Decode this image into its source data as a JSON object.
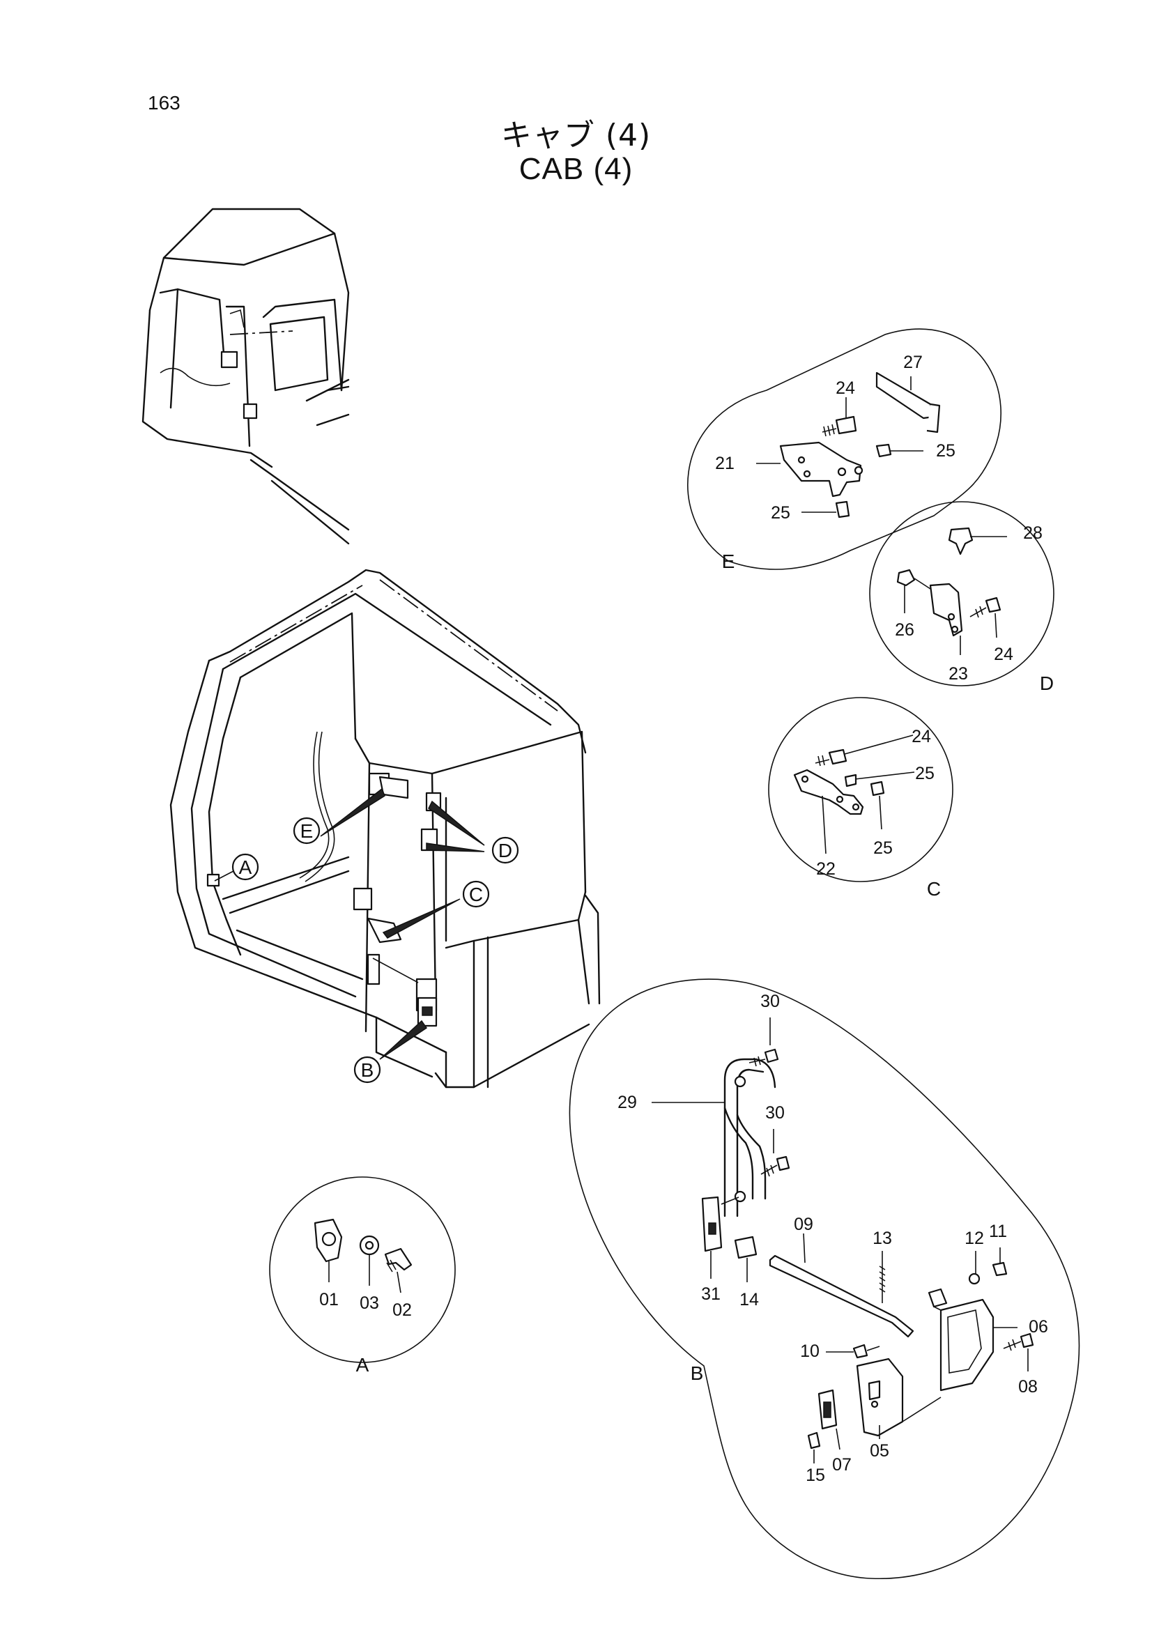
{
  "page_number": "163",
  "title_jp": "キャブ (4)",
  "title_en": "CAB (4)",
  "detail_views": [
    {
      "id": "A",
      "parts": [
        "01",
        "03",
        "02"
      ]
    },
    {
      "id": "B",
      "parts": [
        "30",
        "29",
        "30",
        "31",
        "14",
        "09",
        "13",
        "12",
        "11",
        "06",
        "10",
        "08",
        "05",
        "07",
        "15"
      ]
    },
    {
      "id": "C",
      "parts": [
        "24",
        "25",
        "25",
        "22"
      ]
    },
    {
      "id": "D",
      "parts": [
        "28",
        "26",
        "23",
        "24"
      ]
    },
    {
      "id": "E",
      "parts": [
        "27",
        "24",
        "21",
        "25",
        "25"
      ]
    }
  ],
  "labels": {
    "p01": "01",
    "p02": "02",
    "p03": "03",
    "p05": "05",
    "p06": "06",
    "p07": "07",
    "p08": "08",
    "p09": "09",
    "p10": "10",
    "p11": "11",
    "p12": "12",
    "p13": "13",
    "p14": "14",
    "p15": "15",
    "p21": "21",
    "p22": "22",
    "p23": "23",
    "p24": "24",
    "p25": "25",
    "p26": "26",
    "p27": "27",
    "p28": "28",
    "p29": "29",
    "p30": "30",
    "p31": "31",
    "A": "A",
    "B": "B",
    "C": "C",
    "D": "D",
    "E": "E"
  }
}
